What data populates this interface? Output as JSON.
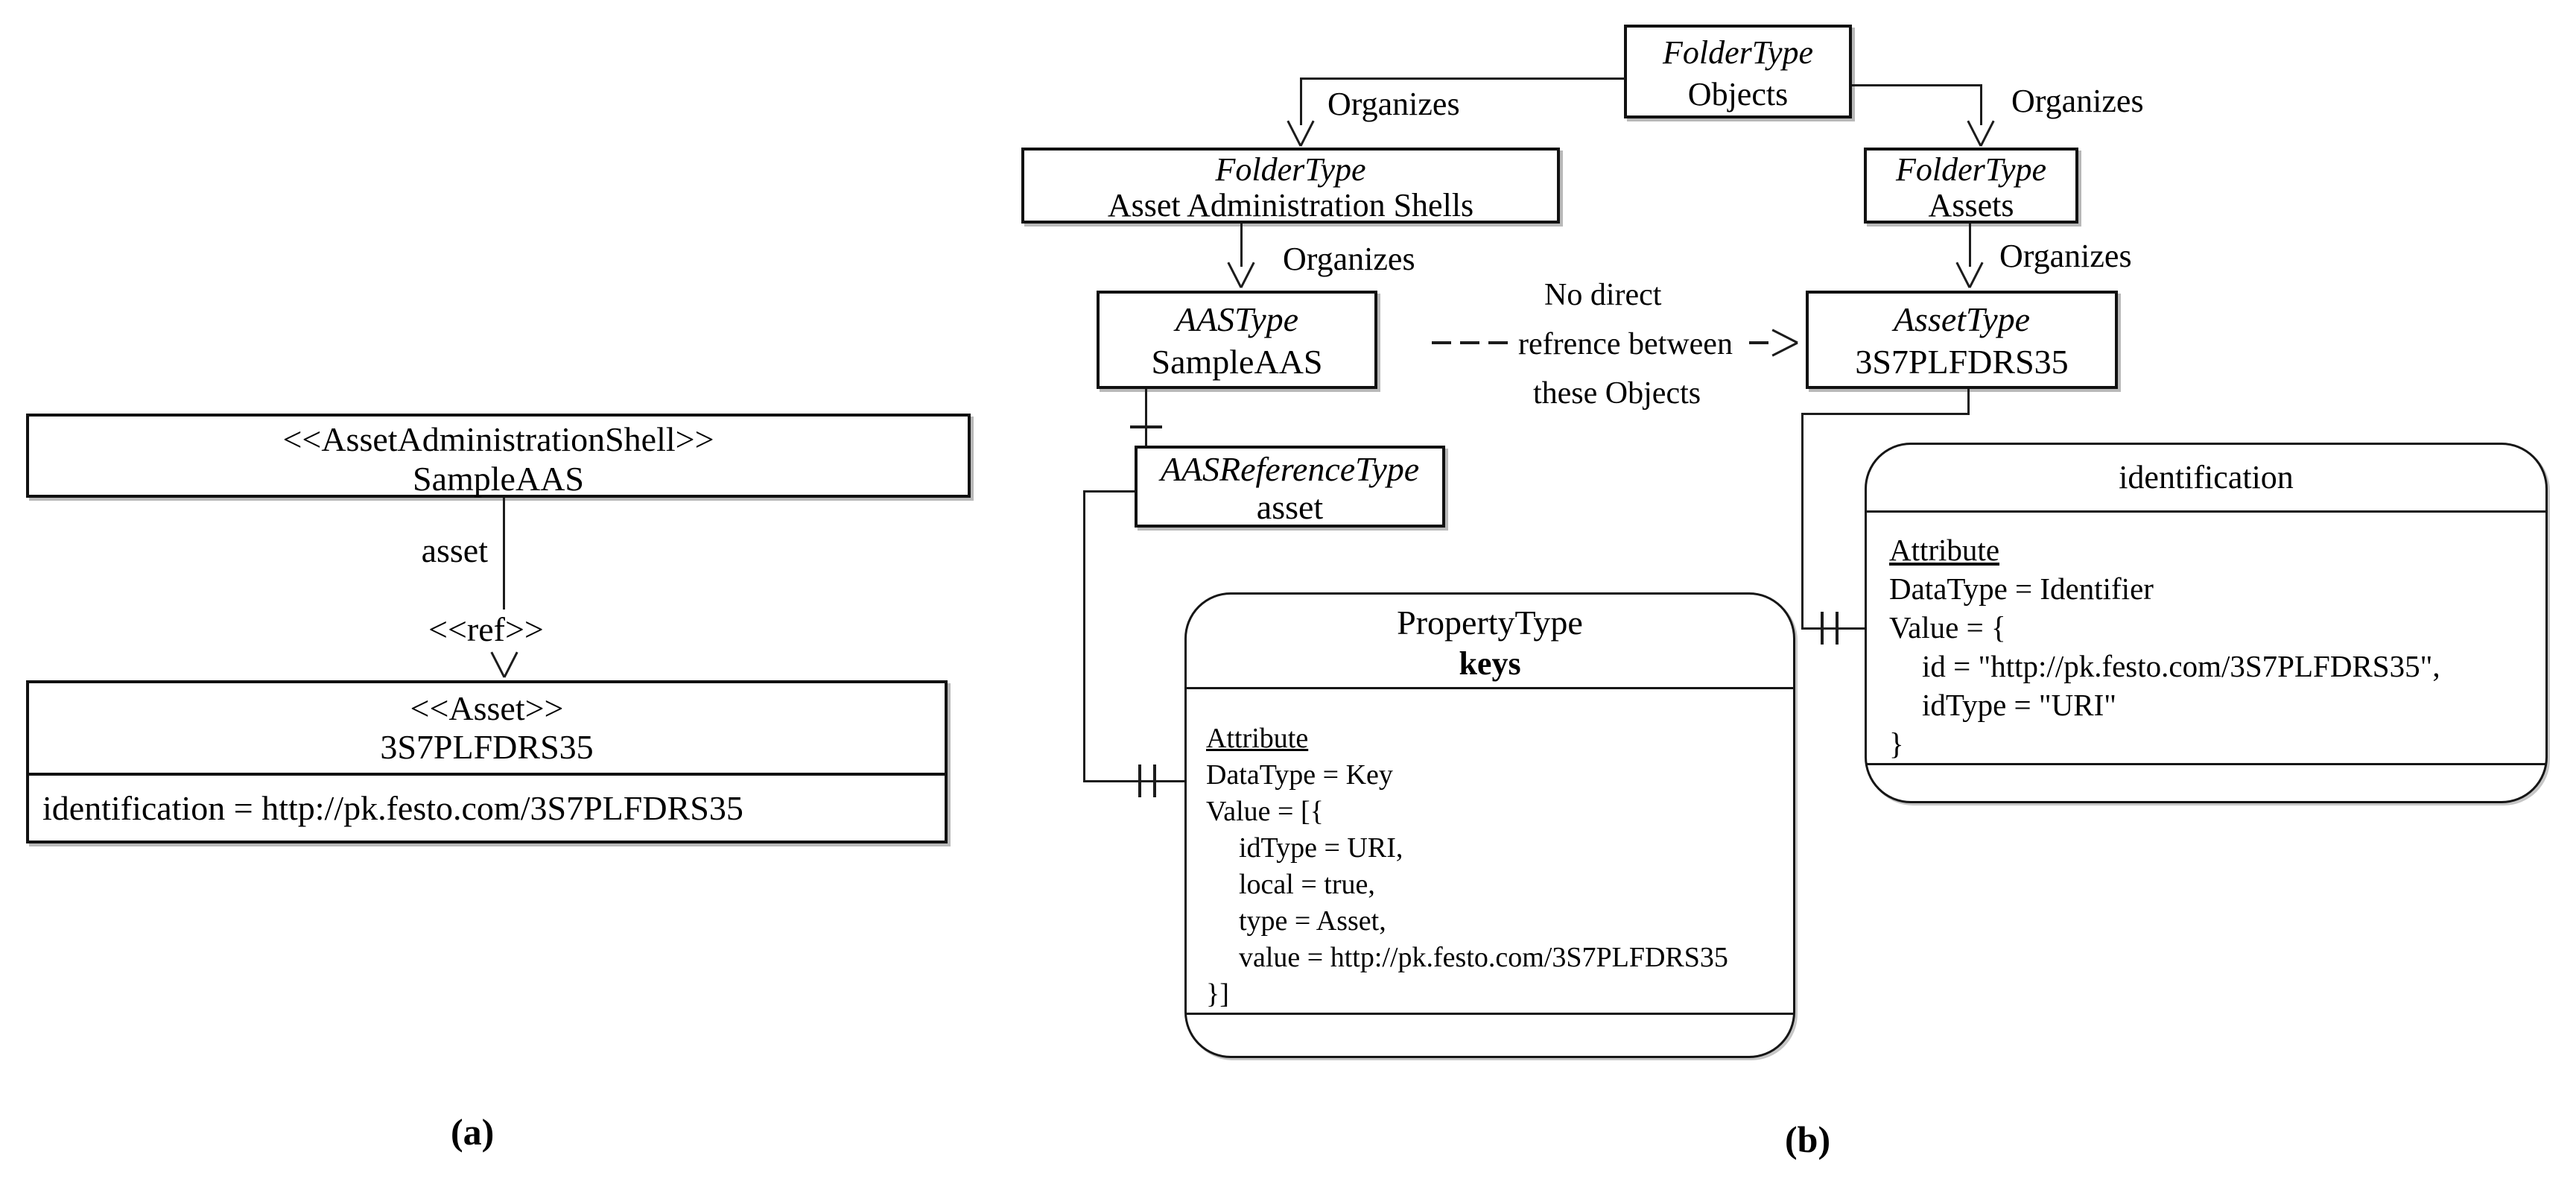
{
  "figure": {
    "label_a": "(a)",
    "label_b": "(b)"
  },
  "panel_a": {
    "shell_box": {
      "stereotype": "<<AssetAdministrationShell>>",
      "name": "SampleAAS"
    },
    "edge": {
      "label": "asset",
      "stereotype": "<<ref>>"
    },
    "asset_box": {
      "stereotype": "<<Asset>>",
      "name": "3S7PLFDRS35",
      "attribute": "identification = http://pk.festo.com/3S7PLFDRS35"
    }
  },
  "panel_b": {
    "objects_folder": {
      "type": "FolderType",
      "name": "Objects"
    },
    "aas_folder": {
      "type": "FolderType",
      "name": "Asset Administration Shells"
    },
    "assets_folder": {
      "type": "FolderType",
      "name": "Assets"
    },
    "sample_aas": {
      "type": "AASType",
      "name": "SampleAAS"
    },
    "asset_type_node": {
      "type": "AssetType",
      "name": "3S7PLFDRS35"
    },
    "asset_reference": {
      "type": "AASReferenceType",
      "name": "asset"
    },
    "organizes": [
      "Organizes",
      "Organizes",
      "Organizes",
      "Organizes"
    ],
    "note": {
      "line1": "No direct",
      "line2": "refrence between",
      "line3": "these Objects"
    },
    "keys_property": {
      "type": "PropertyType",
      "name": "keys",
      "attribute_header": "Attribute",
      "lines": [
        "DataType = Key",
        "Value = [{",
        "idType = URI,",
        "local = true,",
        "type = Asset,",
        "value = http://pk.festo.com/3S7PLFDRS35",
        "}]"
      ]
    },
    "identification_property": {
      "name": "identification",
      "attribute_header": "Attribute",
      "lines": [
        "DataType = Identifier",
        "Value = {",
        "id = \"http://pk.festo.com/3S7PLFDRS35\",",
        "idType = \"URI\"",
        "}"
      ]
    }
  }
}
